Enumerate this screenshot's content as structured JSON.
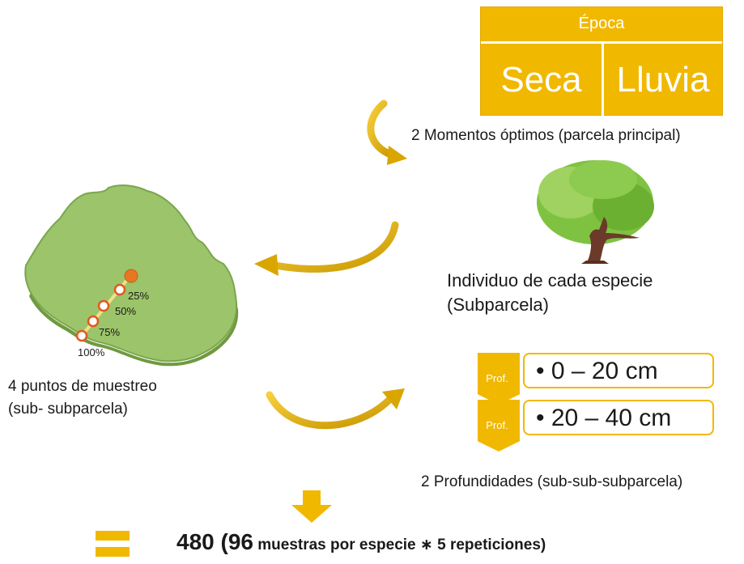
{
  "epoca": {
    "header": "Época",
    "seasons": [
      "Seca",
      "Lluvia"
    ]
  },
  "momentos_label": "2 Momentos  óptimos  (parcela  principal)",
  "individuo_label": [
    "Individuo de cada especie",
    "(Subparcela)"
  ],
  "puntos": {
    "label": [
      "4 puntos de muestreo",
      "(sub- subparcela)"
    ],
    "percentages": [
      "25%",
      "50%",
      "75%",
      "100%"
    ]
  },
  "profundidades": {
    "tag": "Prof.",
    "ranges": [
      "• 0 – 20 cm",
      "• 20 – 40 cm"
    ],
    "label": "2 Profundidades  (sub-sub-subparcela)"
  },
  "total": {
    "number": "480 (96",
    "text": " muestras por especie ",
    "op": "∗",
    "reps": " 5 repeticiones)"
  },
  "colors": {
    "accent": "#f1b800",
    "arrow": "#d9a600",
    "plot_fill": "#9cc46a",
    "tree_green": "#7fc241",
    "trunk": "#6b3a2a",
    "dot": "#e87722"
  }
}
